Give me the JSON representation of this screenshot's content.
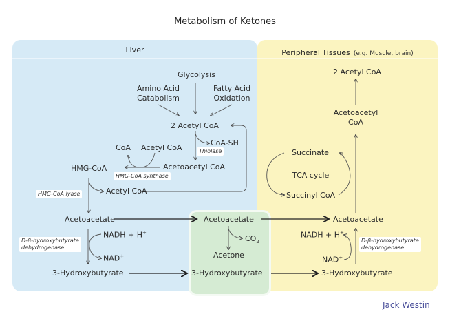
{
  "title": "Metabolism of Ketones",
  "colors": {
    "liver_bg": "#d6eaf6",
    "peripheral_bg": "#fbf4c0",
    "blood_bg": "#d5ebd3",
    "brand": "#4a4f9a",
    "text": "#2b2b2b"
  },
  "panels": {
    "liver": {
      "label": "Liver"
    },
    "peripheral": {
      "label": "Peripheral Tissues",
      "sublabel": "(e.g. Muscle, brain)"
    }
  },
  "liver": {
    "glycolysis": "Glycolysis",
    "amino_acid": [
      "Amino Acid",
      "Catabolism"
    ],
    "fatty_acid": [
      "Fatty Acid",
      "Oxidation"
    ],
    "acetyl_coa_2": "2 Acetyl CoA",
    "coa_sh": "CoA-SH",
    "thiolase": "Thiolase",
    "coa": "CoA",
    "acetyl_coa": "Acetyl CoA",
    "acetoacetyl_coa": "Acetoacetyl CoA",
    "hmg_coa": "HMG-CoA",
    "hmg_coa_synthase": "HMG-CoA synthase",
    "hmg_coa_lyase": "HMG-CoA lyase",
    "acetyl_coa_2nd": "Acetyl CoA",
    "acetoacetate": "Acetoacetate",
    "nadh": "NADH + H",
    "nadh_sup": "+",
    "nad": "NAD",
    "nad_sup": "+",
    "enzyme_dh": [
      "D-β-hydroxybutyrate",
      "dehydrogenase"
    ],
    "hydroxybutyrate": "3-Hydroxybutyrate"
  },
  "blood": {
    "acetoacetate": "Acetoacetate",
    "co2": "CO",
    "co2_sub": "2",
    "acetone": "Acetone",
    "hydroxybutyrate": "3-Hydroxybutyrate"
  },
  "peripheral": {
    "acetyl_coa_2": "2 Acetyl CoA",
    "acetoacetyl_coa": [
      "Acetoacetyl",
      "CoA"
    ],
    "succinate": "Succinate",
    "tca_cycle": "TCA cycle",
    "succinyl_coa": "Succinyl CoA",
    "acetoacetate": "Acetoacetate",
    "nadh": "NADH + H",
    "nadh_sup": "+",
    "nad": "NAD",
    "nad_sup": "+",
    "enzyme_dh": [
      "D-β-hydroxybutyrate",
      "dehydrogenase"
    ],
    "hydroxybutyrate": "3-Hydroxybutyrate"
  },
  "brand": "Jack Westin"
}
